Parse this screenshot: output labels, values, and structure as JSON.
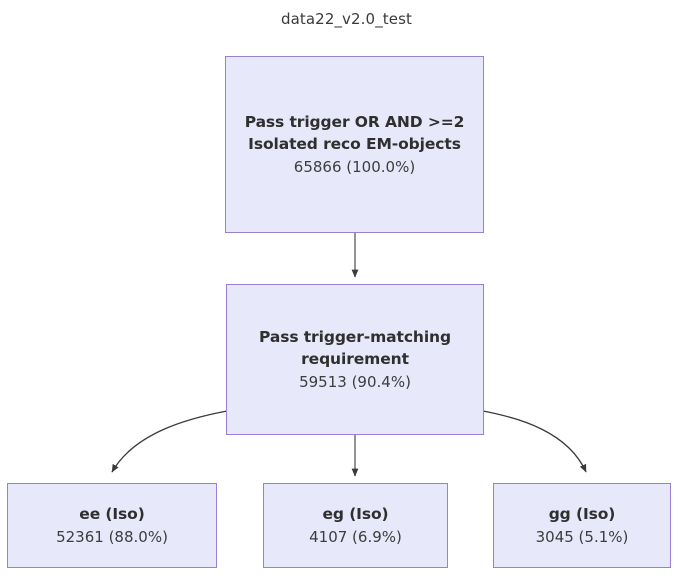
{
  "title": "data22_v2.0_test",
  "colors": {
    "node_fill": "#e8e8fb",
    "node_border": "#9b7fd4",
    "label_text": "#2f2f2f",
    "count_text": "#3d3d3d",
    "edge": "#3a3a3a",
    "background": "#ffffff"
  },
  "nodes": {
    "root": {
      "label": "Pass trigger OR AND >=2 Isolated reco EM-objects",
      "label_lines": [
        "Pass trigger OR",
        "AND >=2",
        "Isolated reco EM-",
        "objects"
      ],
      "count_text": "65866 (100.0%)",
      "count": 65866,
      "percent": "100.0%"
    },
    "trigger_matching": {
      "label": "Pass trigger-matching requirement",
      "label_lines": [
        "Pass trigger-",
        "matching",
        "requirement"
      ],
      "count_text": "59513 (90.4%)",
      "count": 59513,
      "percent": "90.4%"
    },
    "ee": {
      "label": "ee (Iso)",
      "count_text": "52361 (88.0%)",
      "count": 52361,
      "percent": "88.0%"
    },
    "eg": {
      "label": "eg (Iso)",
      "count_text": "4107 (6.9%)",
      "count": 4107,
      "percent": "6.9%"
    },
    "gg": {
      "label": "gg (Iso)",
      "count_text": "3045 (5.1%)",
      "count": 3045,
      "percent": "5.1%"
    }
  },
  "edges": [
    {
      "from": "root",
      "to": "trigger_matching",
      "style": "straight"
    },
    {
      "from": "trigger_matching",
      "to": "ee",
      "style": "curved"
    },
    {
      "from": "trigger_matching",
      "to": "eg",
      "style": "straight"
    },
    {
      "from": "trigger_matching",
      "to": "gg",
      "style": "curved"
    }
  ],
  "chart_data": {
    "type": "diagram",
    "title": "data22_v2.0_test",
    "categories": [
      "Pass trigger OR AND >=2 Isolated reco EM-objects",
      "Pass trigger-matching requirement",
      "ee (Iso)",
      "eg (Iso)",
      "gg (Iso)"
    ],
    "values": [
      65866,
      59513,
      52361,
      4107,
      3045
    ],
    "percents": [
      "100.0%",
      "90.4%",
      "88.0%",
      "6.9%",
      "5.1%"
    ]
  }
}
